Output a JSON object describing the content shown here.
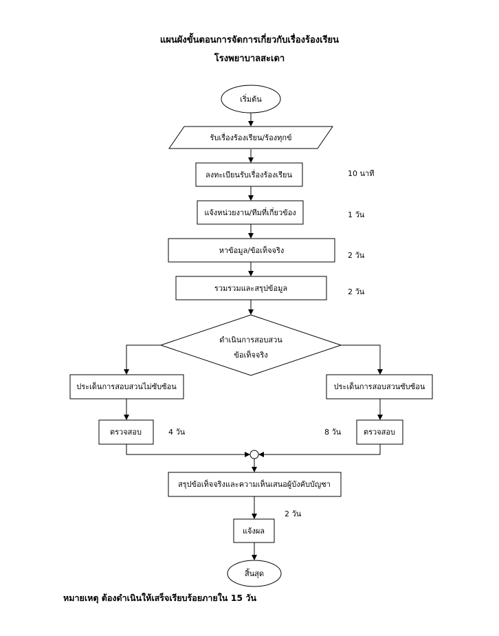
{
  "title": "แผนผังขั้นตอนการจัดการเกี่ยวกับเรื่องร้องเรียน",
  "subtitle": "โรงพยาบาลสะเดา",
  "nodes": {
    "start": "เริ่มต้น",
    "receive": "รับเรื่องร้องเรียน/ร้องทุกข์",
    "register": "ลงทะเบียนรับเรื่องร้องเรียน",
    "notify_unit": "แจ้งหน่วยงาน/ทีมที่เกี่ยวข้อง",
    "find_facts": "หาข้อมูล/ข้อเท็จจริง",
    "compile": "รวมรวมและสรุปข้อมูล",
    "investigate_line1": "ดำเนินการสอบสวน",
    "investigate_line2": "ข้อเท็จจริง",
    "simple_issue": "ประเด็นการสอบสวนไม่ซับซ้อน",
    "complex_issue": "ประเด็นการสอบสวนซับซ้อน",
    "check_left": "ตรวจสอบ",
    "check_right": "ตรวจสอบ",
    "summarize": "สรุปข้อเท็จจริงและความเห็นเสนอผู้บังคับบัญชา",
    "notify_result": "แจ้งผล",
    "end": "สิ้นสุด"
  },
  "durations": {
    "register": "10 นาที",
    "notify_unit": "1  วัน",
    "find_facts": "2  วัน",
    "compile": "2  วัน",
    "check_left": "4  วัน",
    "check_right": "8  วัน",
    "summarize": "2  วัน"
  },
  "note": "หมายเหตุ  ต้องดำเนินให้เสร็จเรียบร้อยภายใน  15  วัน"
}
